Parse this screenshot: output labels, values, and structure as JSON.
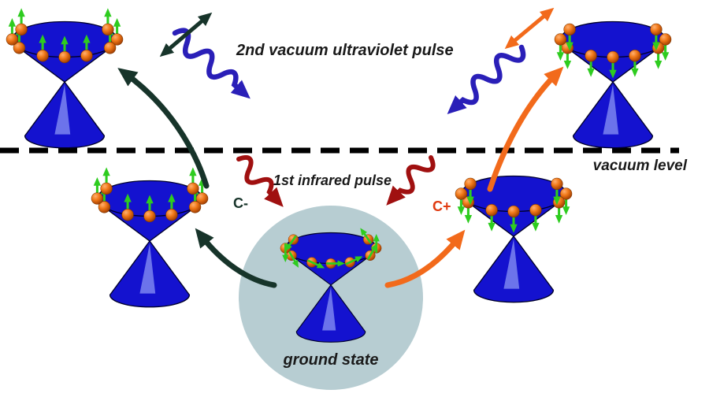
{
  "labels": {
    "uv_pulse": "2nd vacuum ultraviolet pulse",
    "ir_pulse": "1st infrared pulse",
    "vacuum_level": "vacuum level",
    "ground_state": "ground state",
    "c_minus": "C-",
    "c_plus": "C+"
  },
  "colors": {
    "cone_blue": "#1412cf",
    "cone_outline": "#00002a",
    "cone_highlight": "#7b85f0",
    "electron_orange": "#e8681a",
    "spin_green": "#2ecc1f",
    "uv_pulse_blue": "#2a1fb8",
    "ir_pulse_red": "#a01010",
    "left_path_dark_green": "#17342a",
    "right_path_orange": "#f26a1b",
    "ground_circle": "#b7cdd2",
    "text": "#1a1a1a"
  }
}
